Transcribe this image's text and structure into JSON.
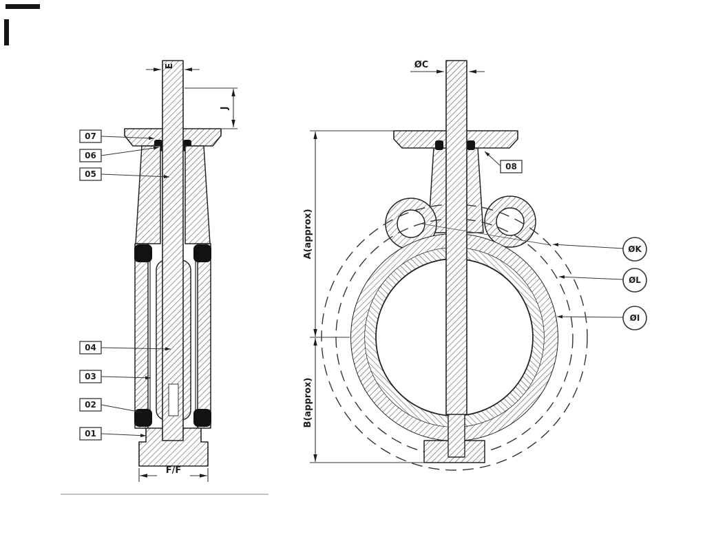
{
  "drawing": {
    "background": "#ffffff",
    "line_color": "#222222",
    "hatch_color": "#454545",
    "left_view": {
      "callouts": [
        "07",
        "06",
        "05",
        "04",
        "03",
        "02",
        "01"
      ],
      "dim_e": "E",
      "dim_j": "J",
      "dim_ff": "F/F"
    },
    "right_view": {
      "callout_08": "08",
      "dim_c": "ØC",
      "dim_a": "A(approx)",
      "dim_b": "B(approx)",
      "circle_callouts": [
        "ØK",
        "ØL",
        "ØI"
      ]
    }
  }
}
